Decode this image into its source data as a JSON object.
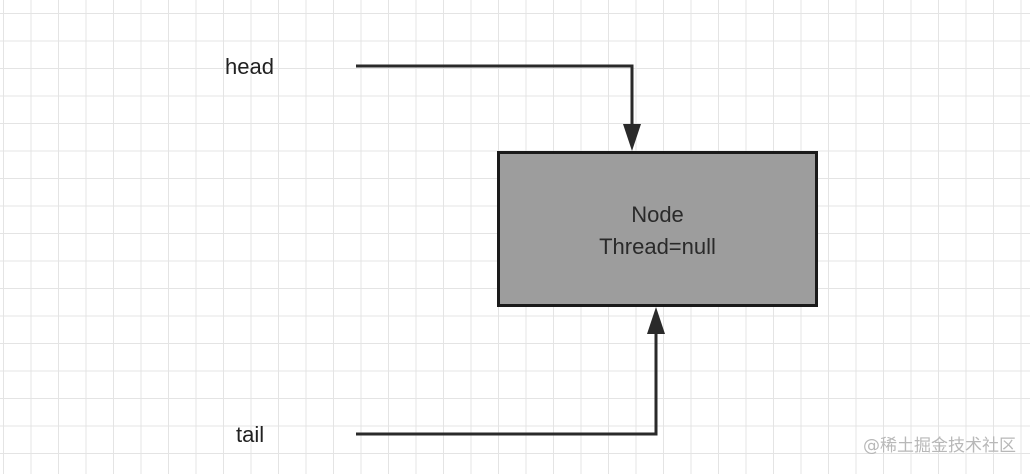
{
  "labels": {
    "head": "head",
    "tail": "tail"
  },
  "node": {
    "title": "Node",
    "thread": "Thread=null"
  },
  "watermark": "@稀土掘金技术社区",
  "colors": {
    "grid_line": "#e4e4e4",
    "node_fill": "#9d9d9d",
    "stroke": "#1a1a1a"
  }
}
